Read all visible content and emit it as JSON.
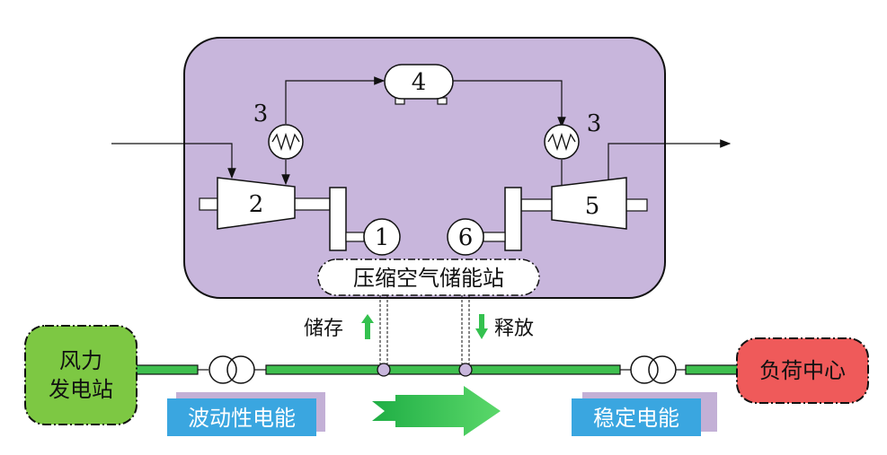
{
  "station_label": "压缩空气储能站",
  "wind_farm_label": [
    "风力",
    "发电站"
  ],
  "load_center_label": "负荷中心",
  "store_label": "储存",
  "release_label": "释放",
  "fluctuating_power_label": "波动性电能",
  "stable_power_label": "稳定电能",
  "components": {
    "compressor": "2",
    "heat_exchanger_left": "3",
    "heat_exchanger_right": "3",
    "storage_tank": "4",
    "turbine": "5",
    "motor": "1",
    "generator": "6"
  },
  "colors": {
    "station_fill": "#c8b6dc",
    "wind_farm": "#7dc843",
    "load_center": "#ef5a5a",
    "power_line": "#3fbf4f",
    "label_blue": "#3aa6e0",
    "label_shadow": "#c3b0d6",
    "arrow_green": "#34c14f"
  }
}
